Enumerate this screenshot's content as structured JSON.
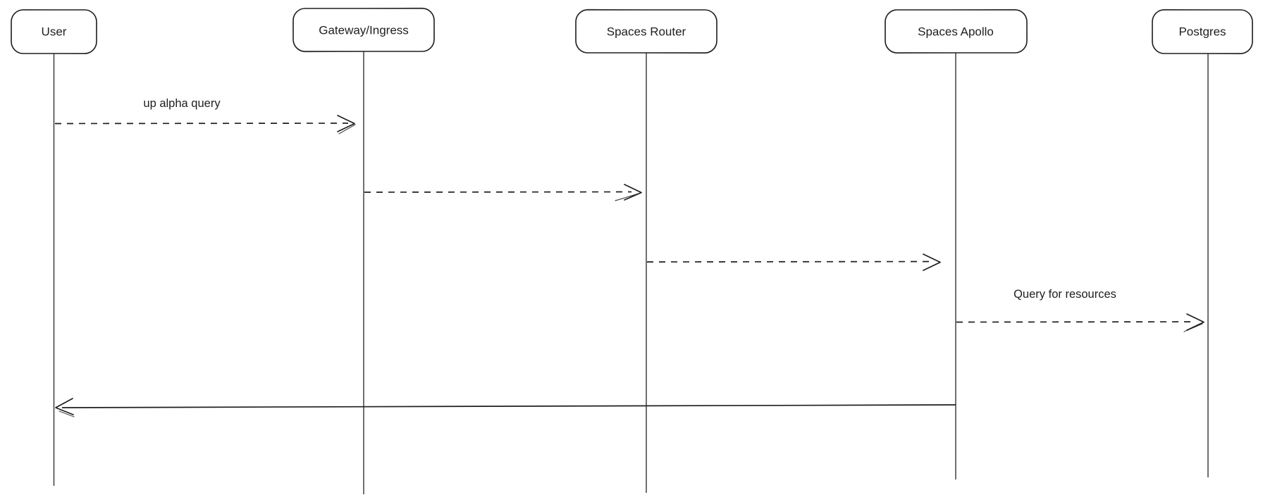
{
  "diagram": {
    "type": "sequence-diagram",
    "background_color": "#ffffff",
    "stroke_color": "#1e1e1e",
    "actors": [
      {
        "label": "User"
      },
      {
        "label": "Gateway/Ingress"
      },
      {
        "label": "Spaces Router"
      },
      {
        "label": "Spaces Apollo"
      },
      {
        "label": "Postgres"
      }
    ],
    "messages": [
      {
        "from": "User",
        "to": "Gateway/Ingress",
        "label": "up alpha query",
        "line_style": "dashed",
        "direction": "right"
      },
      {
        "from": "Gateway/Ingress",
        "to": "Spaces Router",
        "label": "",
        "line_style": "dashed",
        "direction": "right"
      },
      {
        "from": "Spaces Router",
        "to": "Spaces Apollo",
        "label": "",
        "line_style": "dashed",
        "direction": "right"
      },
      {
        "from": "Spaces Apollo",
        "to": "Postgres",
        "label": "Query for resources",
        "line_style": "dashed",
        "direction": "right"
      },
      {
        "from": "Spaces Apollo",
        "to": "User",
        "label": "",
        "line_style": "solid",
        "direction": "left"
      }
    ]
  }
}
